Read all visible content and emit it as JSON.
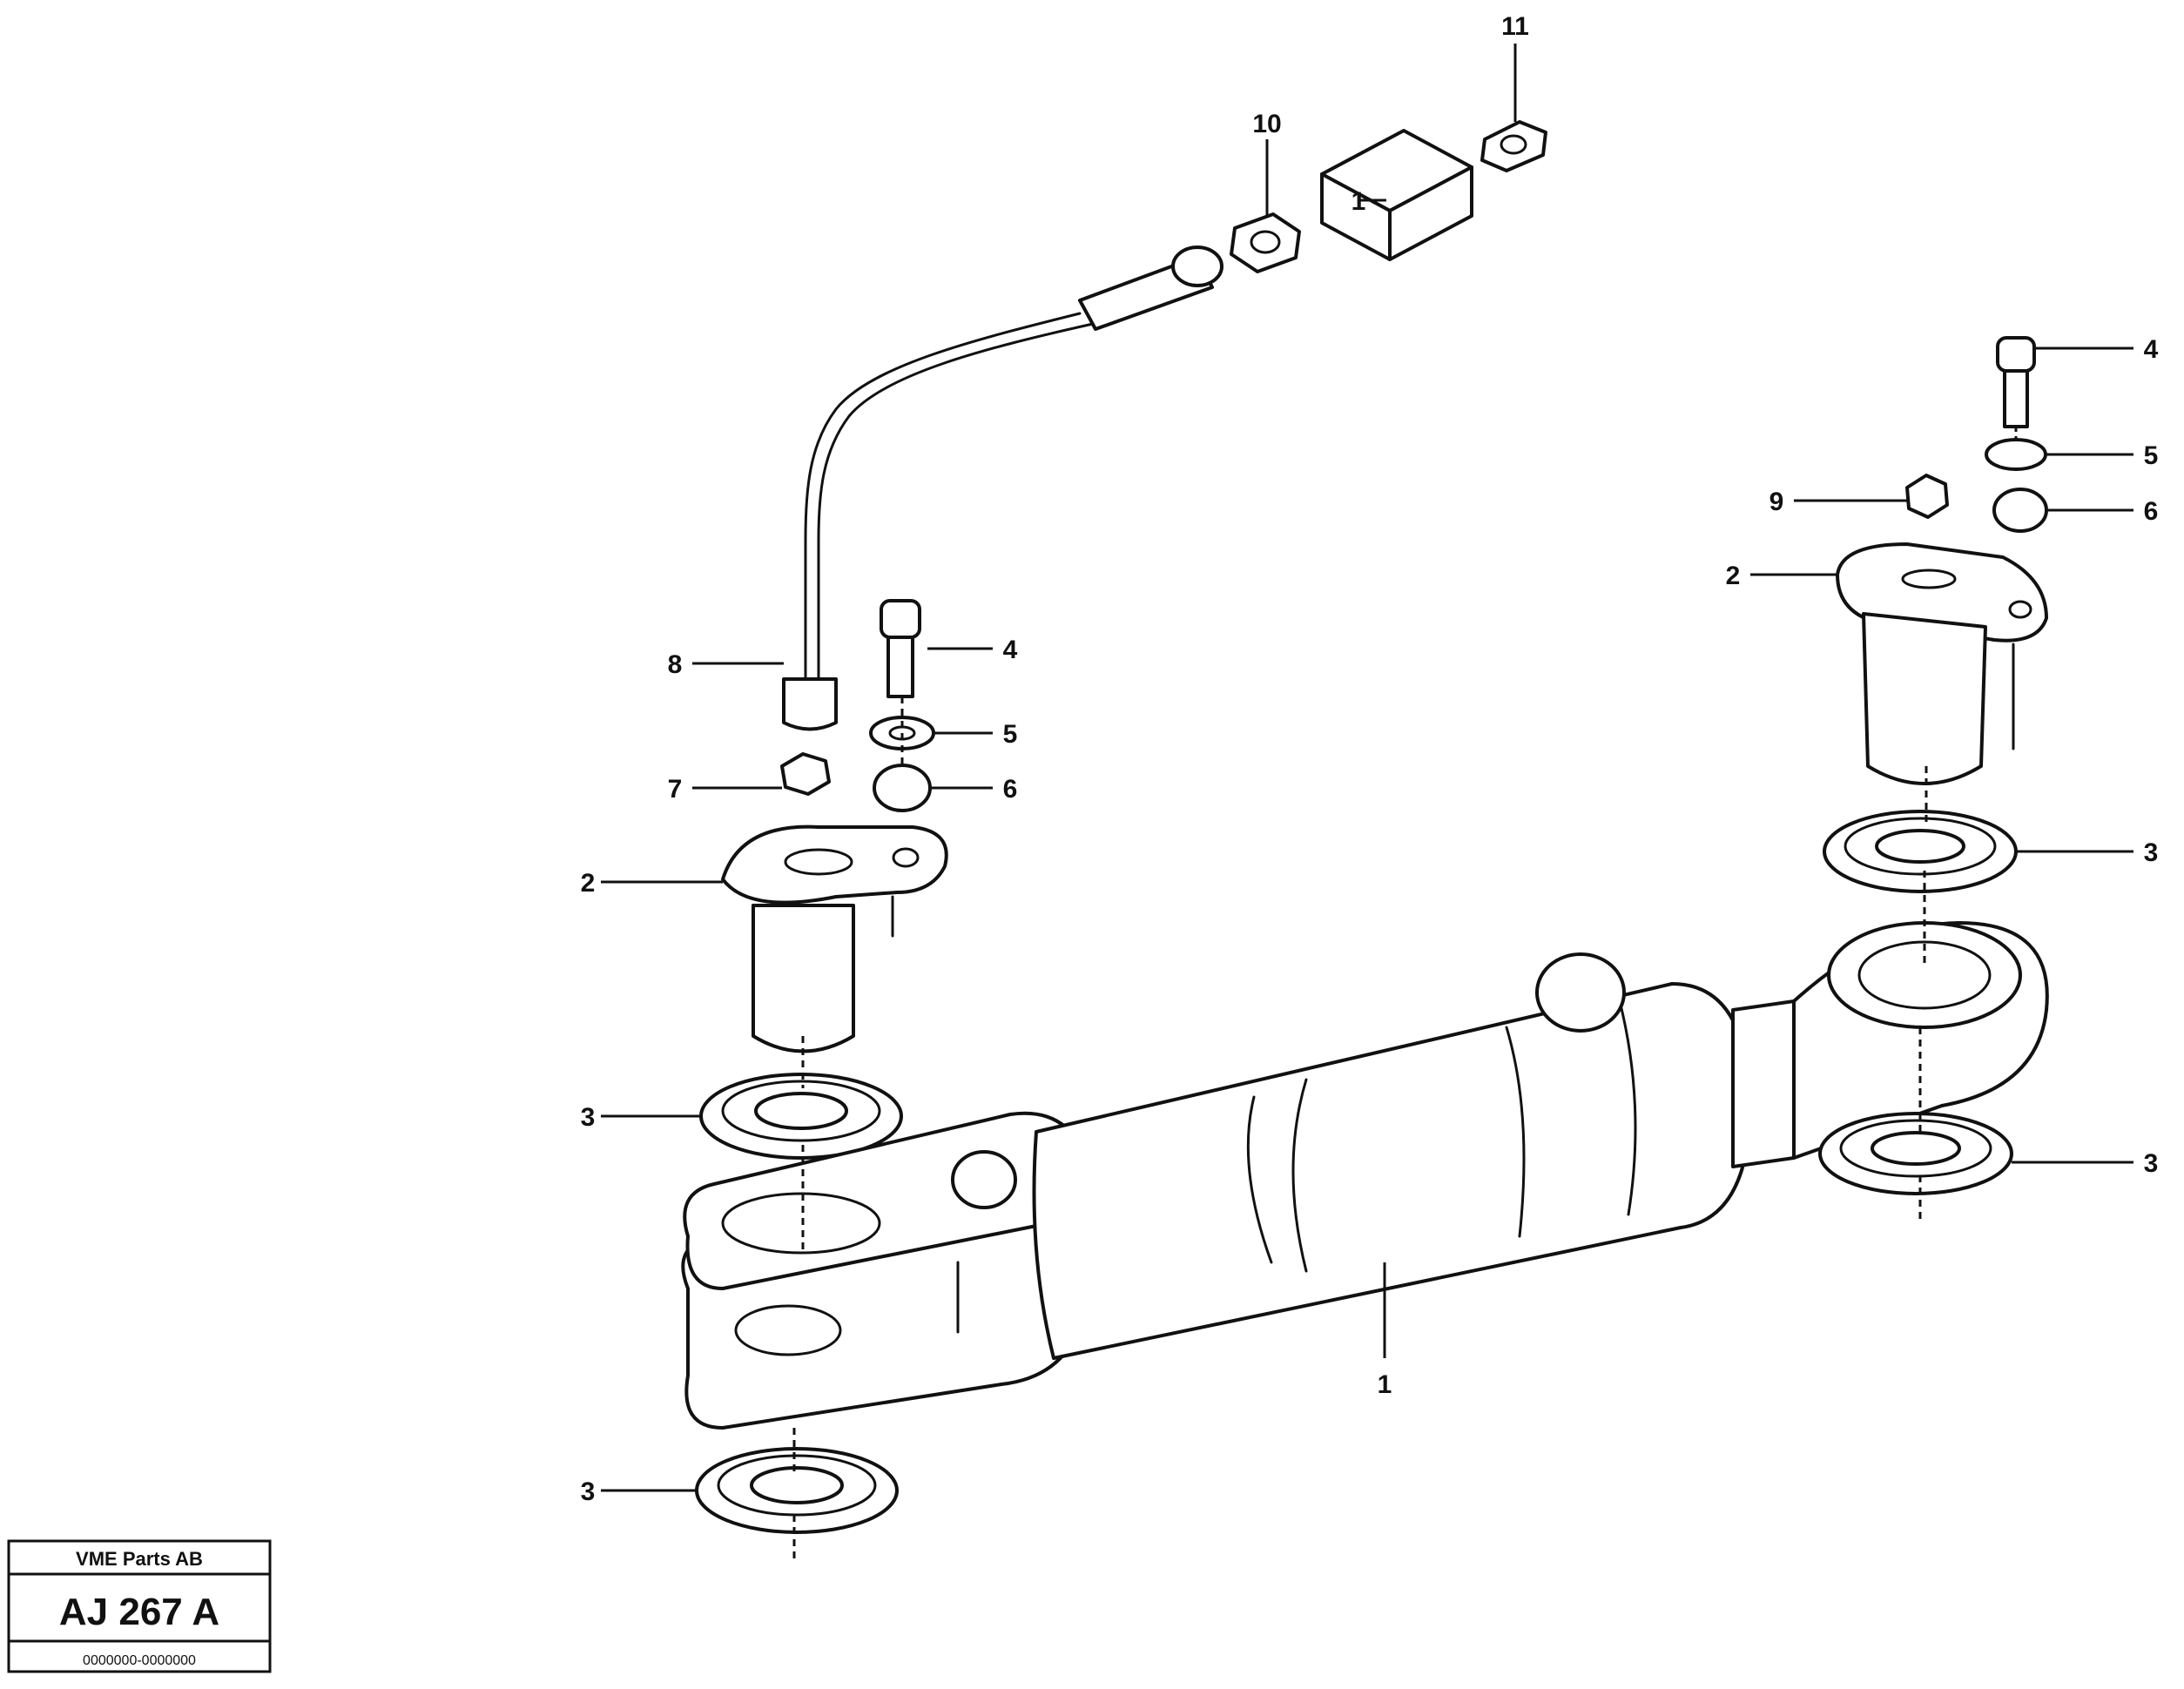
{
  "callouts": [
    {
      "id": "c11",
      "text": "11"
    },
    {
      "id": "c10",
      "text": "10"
    },
    {
      "id": "c1_box",
      "text": "1"
    },
    {
      "id": "c8_left",
      "text": "8"
    },
    {
      "id": "c4_left",
      "text": "4"
    },
    {
      "id": "c5_left",
      "text": "5"
    },
    {
      "id": "c6_left",
      "text": "6"
    },
    {
      "id": "c7_left",
      "text": "7"
    },
    {
      "id": "c2_left",
      "text": "2"
    },
    {
      "id": "c3_left_top",
      "text": "3"
    },
    {
      "id": "c3_left_bottom",
      "text": "3"
    },
    {
      "id": "c1_cylinder",
      "text": "1"
    },
    {
      "id": "c4_right",
      "text": "4"
    },
    {
      "id": "c5_right",
      "text": "5"
    },
    {
      "id": "c6_right",
      "text": "6"
    },
    {
      "id": "c9_right",
      "text": "9"
    },
    {
      "id": "c2_right",
      "text": "2"
    },
    {
      "id": "c3_right_top",
      "text": "3"
    },
    {
      "id": "c3_right_bottom",
      "text": "3"
    }
  ],
  "reference_tag": {
    "line1": "VME Parts AB",
    "code": "AJ 267 A",
    "line3": "0000000-0000000"
  }
}
